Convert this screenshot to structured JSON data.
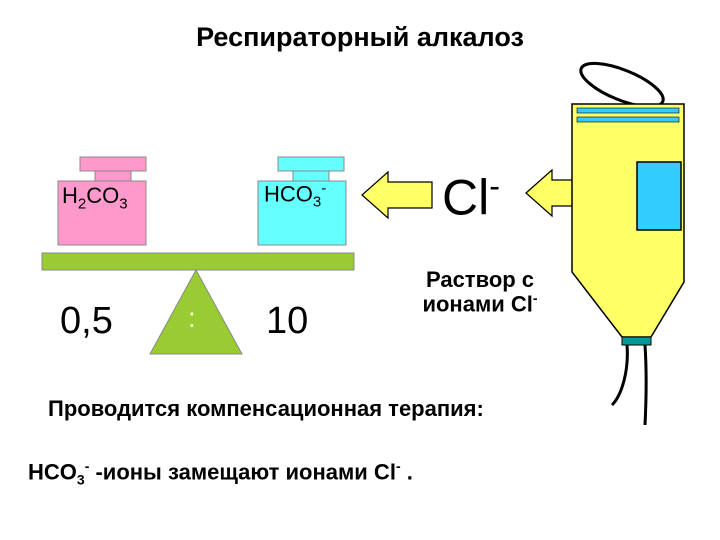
{
  "title": "Респираторный алкалоз",
  "left_weight": {
    "main": "H",
    "sub1": "2",
    "mid": "CO",
    "sub2": "3"
  },
  "right_weight": {
    "main": "HCO",
    "sub": "3",
    "sup": "-"
  },
  "left_ratio": "0,5",
  "right_ratio": "10",
  "fulcrum_mark": ":",
  "chloride": {
    "main": "Cl",
    "sup": "-"
  },
  "solution": {
    "line1": "Раствор с",
    "line2": "ионами Cl",
    "sup": "-"
  },
  "therapy_text": "Проводится компенсационная терапия:",
  "replacement": {
    "part1": "HCO",
    "sub": "3",
    "sup1": "-",
    "part2": " -ионы замещают ионами Cl",
    "sup2": "-",
    "end": " ."
  },
  "colors": {
    "left_weight": "#ff99cc",
    "right_weight": "#66ffff",
    "beam": "#99cc33",
    "fulcrum": "#99cc33",
    "bag": "#ffff66",
    "bag_window": "#33ccff",
    "bag_tube": "#009999"
  }
}
